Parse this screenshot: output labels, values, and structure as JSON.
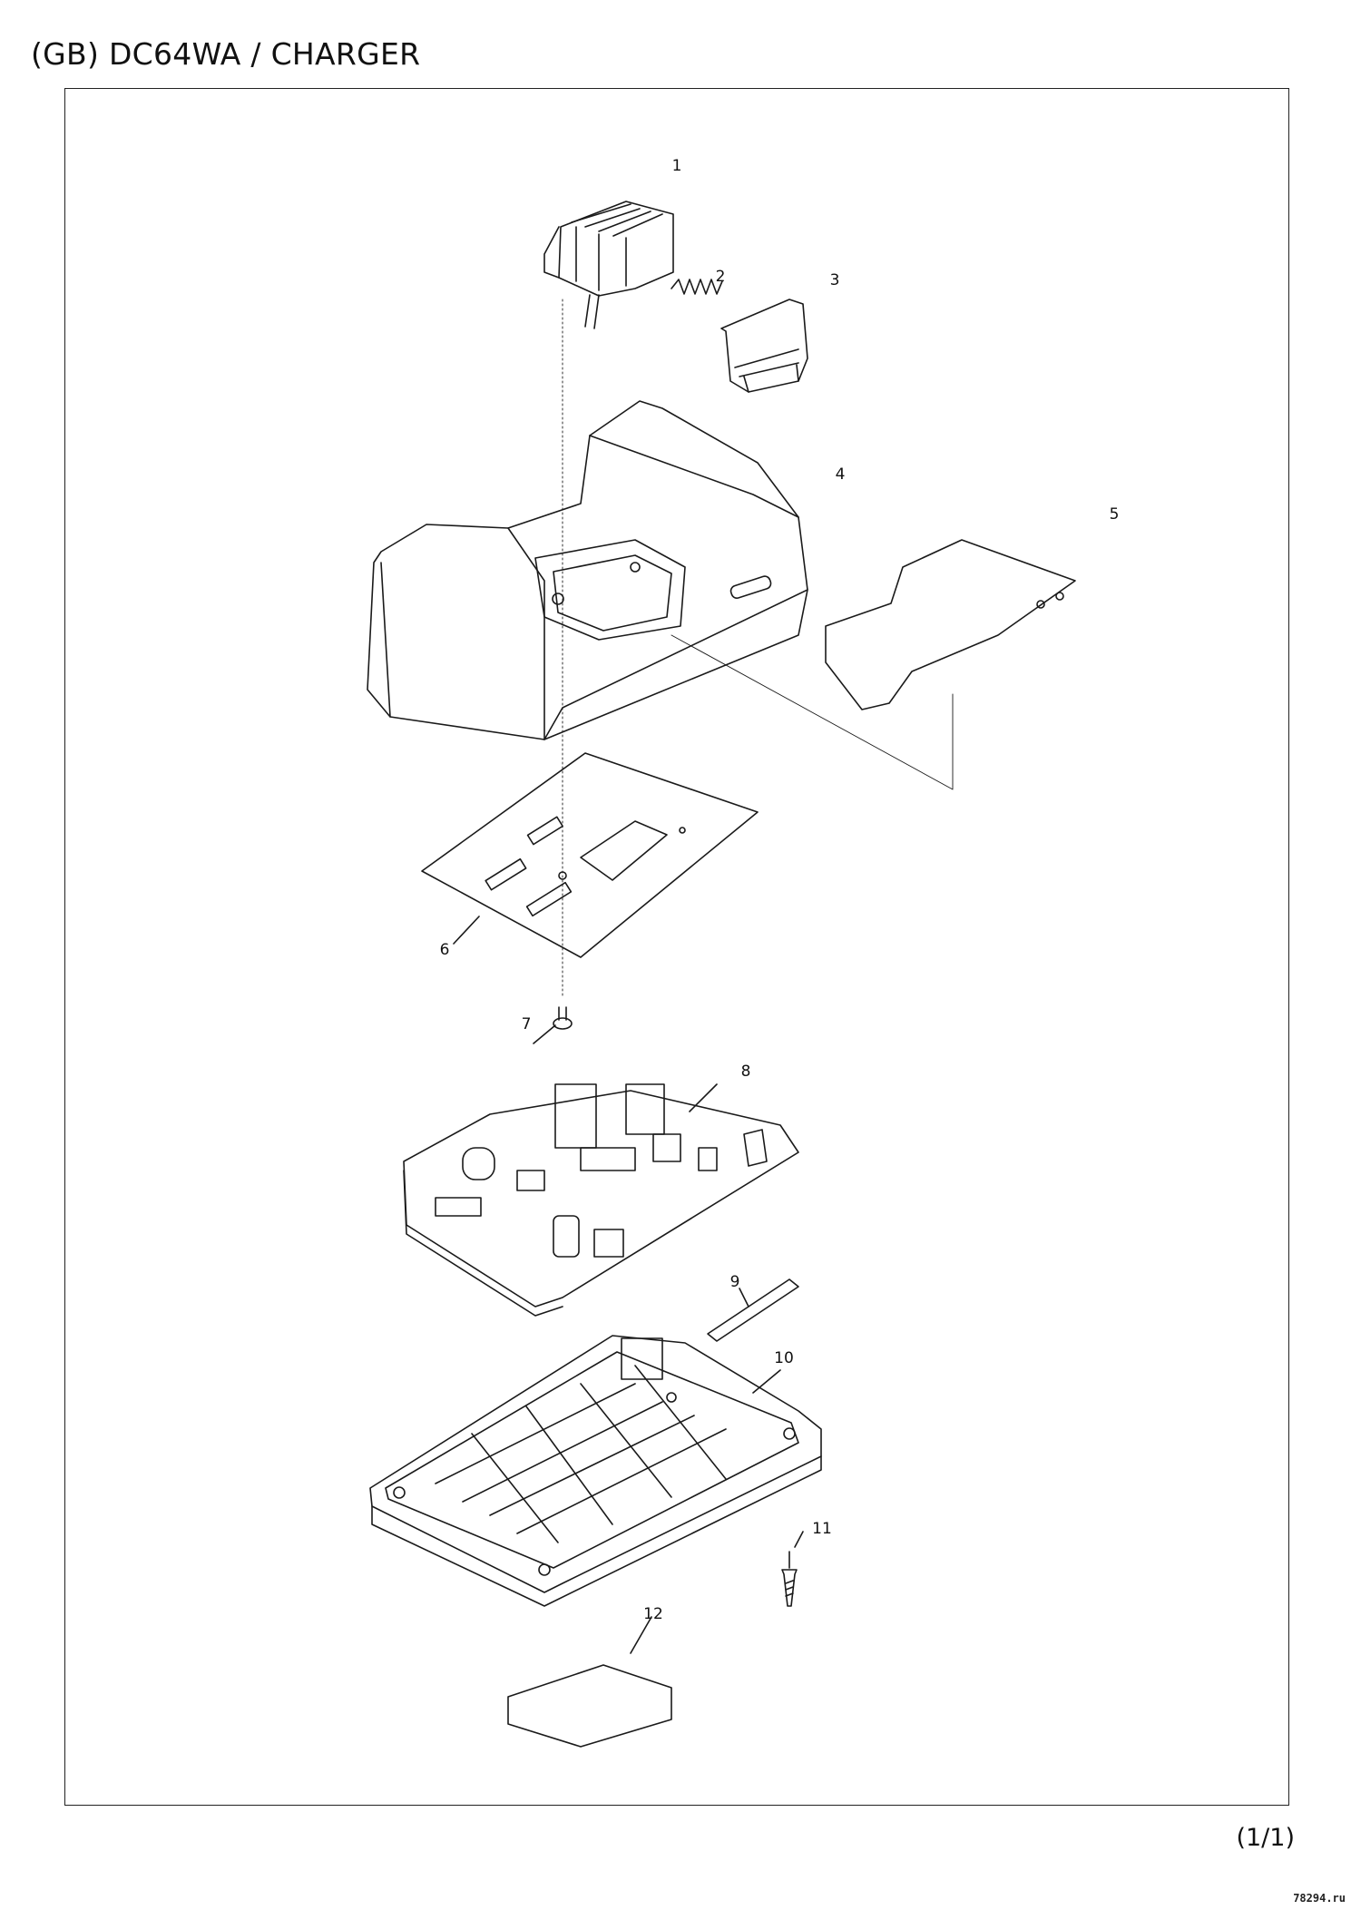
{
  "header": {
    "title": "(GB) DC64WA / CHARGER"
  },
  "footer": {
    "page": "(1/1)",
    "watermark": "78294.ru"
  },
  "callouts": [
    "1",
    "2",
    "3",
    "4",
    "5",
    "6",
    "7",
    "8",
    "9",
    "10",
    "11",
    "12"
  ],
  "colors": {
    "line": "#1a1a1a",
    "frame": "#222222",
    "background": "#ffffff"
  }
}
